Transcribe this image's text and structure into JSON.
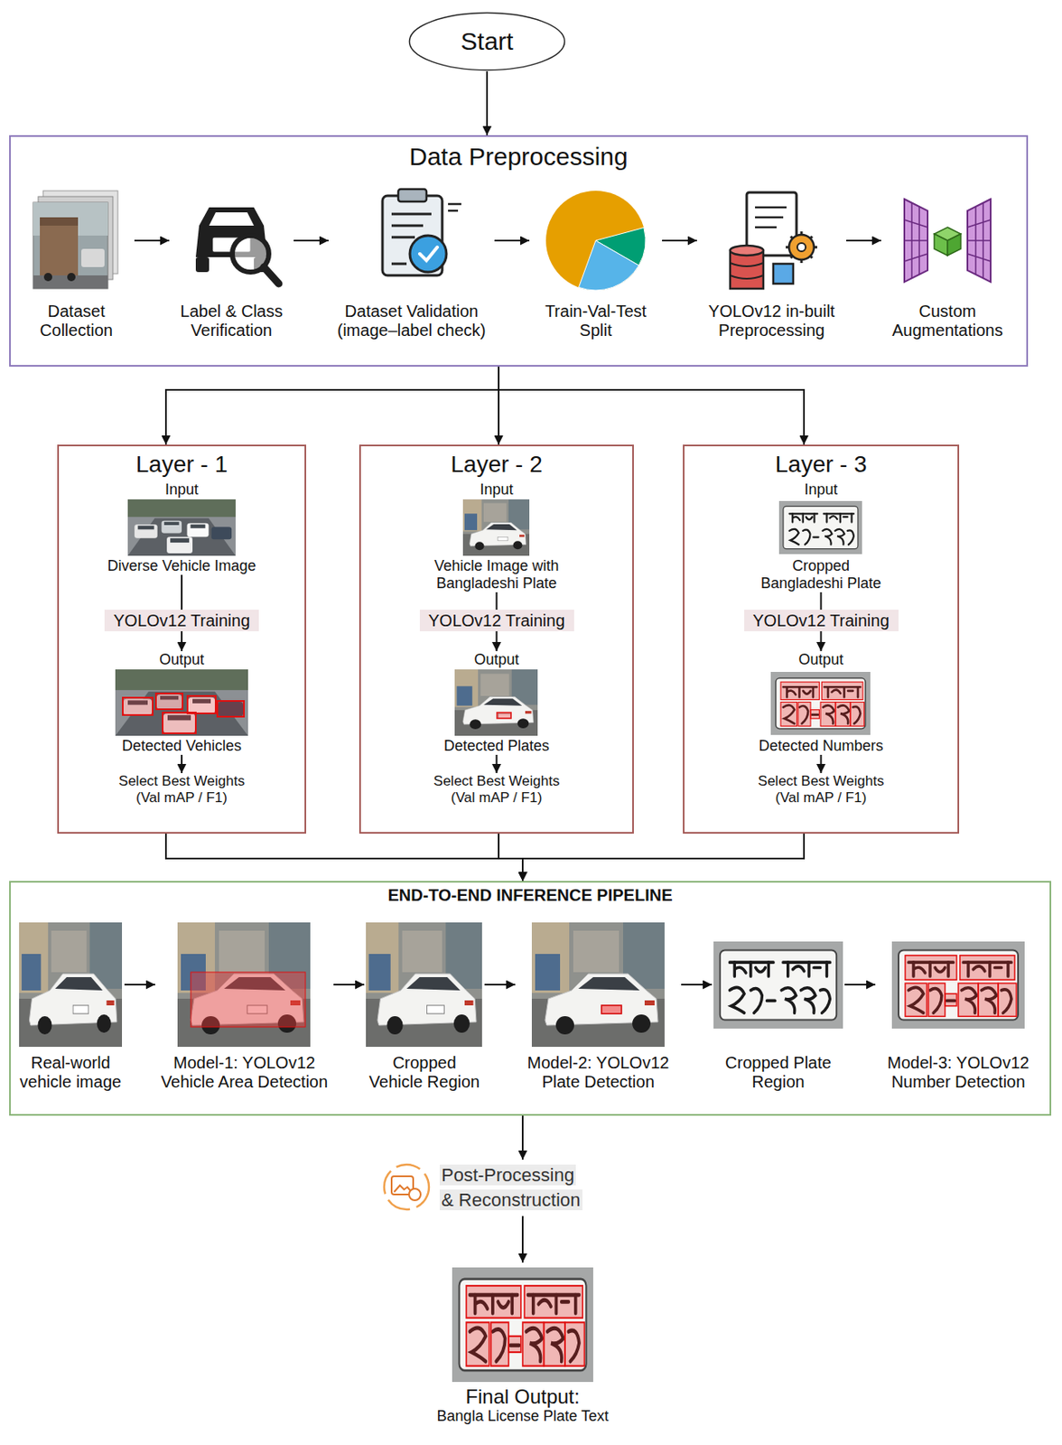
{
  "diagram": {
    "nodes": [
      {
        "text": [
          "Start"
        ]
      },
      {
        "text": [
          "Data Preprocessing"
        ]
      },
      {
        "text": [
          "Dataset Collection"
        ],
        "in": 1
      },
      {
        "text": [
          "Label & Class Verification"
        ],
        "in": 1
      },
      {
        "text": [
          "Dataset Validation (image–label check)"
        ],
        "in": 1
      },
      {
        "text": [
          "Train-Val-Test Split"
        ],
        "in": 1
      },
      {
        "text": [
          "YOLOv12 in-built Preprocessing"
        ],
        "in": 1
      },
      {
        "text": [
          "Custom Augmentations"
        ],
        "in": 1
      },
      {
        "text": [
          "Layer - 1"
        ]
      },
      {
        "text": [
          "Input",
          "Diverse Vehicle Image"
        ],
        "in": 8
      },
      {
        "text": [
          "YOLOv12 Training"
        ],
        "in": 8
      },
      {
        "text": [
          "Output",
          "Detected Vehicles"
        ],
        "in": 8
      },
      {
        "text": [
          "Select Best Weights (Val mAP / F1)"
        ],
        "in": 8
      },
      {
        "text": [
          "Layer - 2"
        ]
      },
      {
        "text": [
          "Input",
          "Vehicle Image with Bangladeshi Plate"
        ],
        "in": 13
      },
      {
        "text": [
          "YOLOv12 Training"
        ],
        "in": 13
      },
      {
        "text": [
          "Output",
          "Detected Plates"
        ],
        "in": 13
      },
      {
        "text": [
          "Select Best Weights (Val mAP / F1)"
        ],
        "in": 13
      },
      {
        "text": [
          "Layer - 3"
        ]
      },
      {
        "text": [
          "Input",
          "Cropped Bangladeshi Plate"
        ],
        "in": 18
      },
      {
        "text": [
          "YOLOv12 Training"
        ],
        "in": 18
      },
      {
        "text": [
          "Output",
          "Detected Numbers"
        ],
        "in": 18
      },
      {
        "text": [
          "Select Best Weights (Val mAP / F1)"
        ],
        "in": 18
      },
      {
        "text": [
          "END-TO-END INFERENCE PIPELINE"
        ]
      },
      {
        "text": [
          "Real-world vehicle image"
        ],
        "in": 23
      },
      {
        "text": [
          "Model-1: YOLOv12 Vehicle Area Detection"
        ],
        "in": 23
      },
      {
        "text": [
          "Cropped Vehicle Region"
        ],
        "in": 23
      },
      {
        "text": [
          "Model-2: YOLOv12 Plate Detection"
        ],
        "in": 23
      },
      {
        "text": [
          "Cropped Plate Region"
        ],
        "in": 23
      },
      {
        "text": [
          "Model-3: YOLOv12 Number Detection"
        ],
        "in": 23
      },
      {
        "text": [
          "Post-Processing & Reconstruction"
        ]
      },
      {
        "text": [
          "Final Output:",
          "Bangla License Plate Text"
        ]
      }
    ],
    "edges": [
      {
        "from": 0,
        "to": 1,
        "arrow": "to"
      },
      {
        "from": 2,
        "to": 3,
        "arrow": "to"
      },
      {
        "from": 3,
        "to": 4,
        "arrow": "to"
      },
      {
        "from": 4,
        "to": 5,
        "arrow": "to"
      },
      {
        "from": 5,
        "to": 6,
        "arrow": "to"
      },
      {
        "from": 6,
        "to": 7,
        "arrow": "to"
      },
      {
        "from": 1,
        "to": 8,
        "arrow": "to"
      },
      {
        "from": 1,
        "to": 13,
        "arrow": "to"
      },
      {
        "from": 1,
        "to": 18,
        "arrow": "to"
      },
      {
        "from": 9,
        "to": 10,
        "arrow": "none"
      },
      {
        "from": 10,
        "to": 11,
        "arrow": "to"
      },
      {
        "from": 11,
        "to": 12,
        "arrow": "to"
      },
      {
        "from": 14,
        "to": 15,
        "arrow": "none"
      },
      {
        "from": 15,
        "to": 16,
        "arrow": "to"
      },
      {
        "from": 16,
        "to": 17,
        "arrow": "to"
      },
      {
        "from": 19,
        "to": 20,
        "arrow": "none"
      },
      {
        "from": 20,
        "to": 21,
        "arrow": "to"
      },
      {
        "from": 21,
        "to": 22,
        "arrow": "to"
      },
      {
        "from": 8,
        "to": 23,
        "arrow": "to"
      },
      {
        "from": 13,
        "to": 23,
        "arrow": "to"
      },
      {
        "from": 18,
        "to": 23,
        "arrow": "to"
      },
      {
        "from": 24,
        "to": 25,
        "arrow": "to"
      },
      {
        "from": 25,
        "to": 26,
        "arrow": "to"
      },
      {
        "from": 26,
        "to": 27,
        "arrow": "to"
      },
      {
        "from": 27,
        "to": 28,
        "arrow": "to"
      },
      {
        "from": 28,
        "to": 29,
        "arrow": "to"
      },
      {
        "from": 23,
        "to": 30,
        "arrow": "to"
      },
      {
        "from": 30,
        "to": 31,
        "arrow": "to"
      }
    ]
  }
}
